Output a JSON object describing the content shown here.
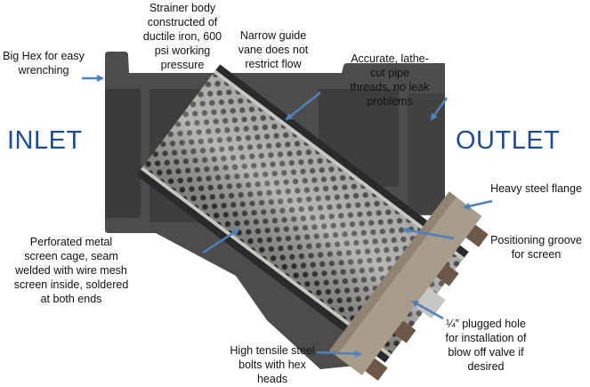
{
  "title_labels": {
    "inlet": "INLET",
    "outlet": "OUTLET"
  },
  "callouts": {
    "strainer_body": "Strainer body\nconstructed of\nductile iron, 600\npsi working\npressure",
    "big_hex": "Big Hex for easy\nwrenching",
    "guide_vane": "Narrow guide\nvane does not\nrestrict flow",
    "pipe_threads": "Accurate, lathe-\ncut pipe\nthreads, no leak\nproblems",
    "flange": "Heavy steel flange",
    "positioning_groove": "Positioning groove\nfor screen",
    "screen_cage": "Perforated metal\nscreen cage, seam\nwelded with wire mesh\nscreen inside, soldered\nat both ends",
    "plugged_hole": "¼” plugged hole\nfor installation of\nblow off valve if\ndesired",
    "bolts": "High tensile steel\nbolts with hex\nheads"
  },
  "colors": {
    "arrow": "#4f81bd",
    "heading": "#1f4e8c",
    "body": "#4a4a4a",
    "flange": "#a89c8a"
  }
}
